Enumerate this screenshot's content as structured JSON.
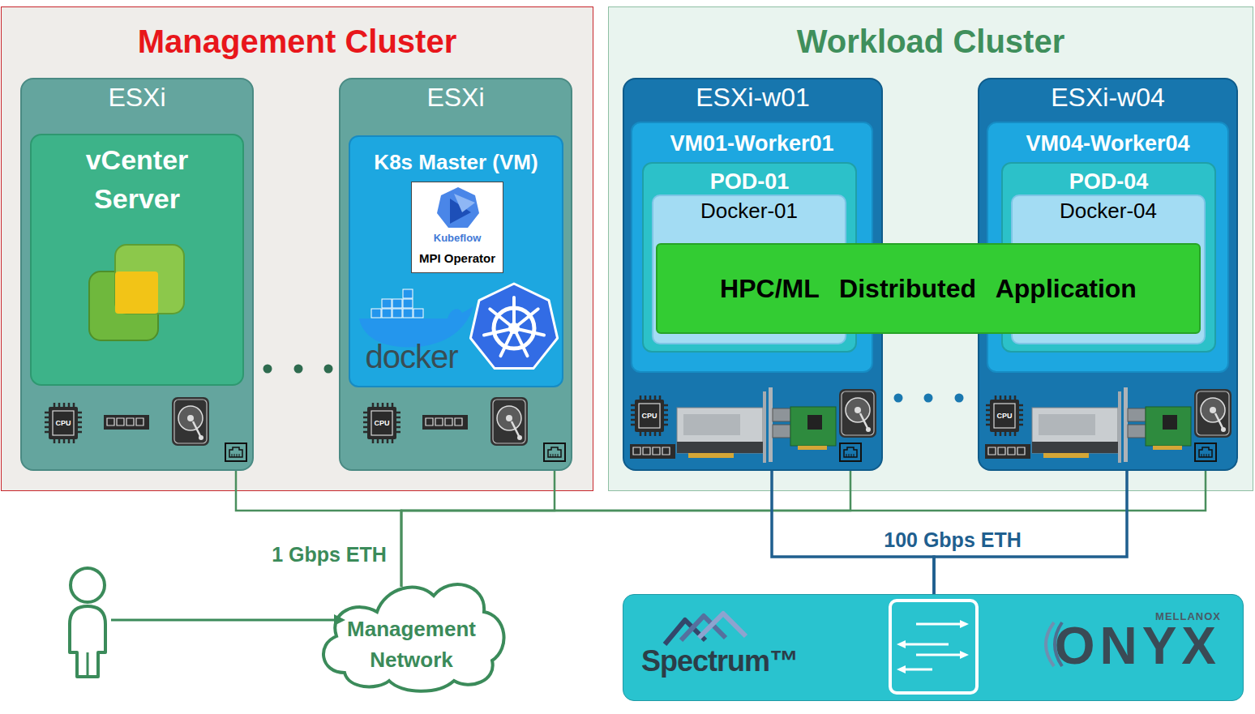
{
  "diagram": {
    "nodes": [
      {
        "text": [
          "Management Cluster"
        ]
      },
      {
        "text": [
          "ESXi"
        ],
        "in": 0
      },
      {
        "text": [
          "vCenter Server"
        ],
        "in": 1
      },
      {
        "text": [
          "ESXi"
        ],
        "in": 0
      },
      {
        "text": [
          "K8s Master (VM)"
        ],
        "in": 3
      },
      {
        "text": [
          "Kubeflow",
          "MPI Operator"
        ],
        "in": 4
      },
      {
        "text": [
          "Workload Cluster"
        ]
      },
      {
        "text": [
          "ESXi-w01"
        ],
        "in": 6
      },
      {
        "text": [
          "VM01-Worker01"
        ],
        "in": 7
      },
      {
        "text": [
          "POD-01"
        ],
        "in": 8
      },
      {
        "text": [
          "Docker-01"
        ],
        "in": 9
      },
      {
        "text": [
          "ESXi-w04"
        ],
        "in": 6
      },
      {
        "text": [
          "VM04-Worker04"
        ],
        "in": 11
      },
      {
        "text": [
          "POD-04"
        ],
        "in": 12
      },
      {
        "text": [
          "Docker-04"
        ],
        "in": 13
      },
      {
        "text": [
          "HPC/ML Distributed Application"
        ],
        "in": 6
      },
      {
        "text": [
          "Management Network"
        ]
      },
      {
        "text": [
          "Spectrum™",
          "MELLANOX",
          "ONYX"
        ]
      }
    ],
    "edges": [
      {
        "from": 1,
        "to": 16,
        "label": "1 Gbps ETH",
        "arrow": "none"
      },
      {
        "from": 3,
        "to": 16,
        "arrow": "none"
      },
      {
        "from": 7,
        "to": 16,
        "arrow": "none"
      },
      {
        "from": 11,
        "to": 16,
        "arrow": "none"
      },
      {
        "from": 7,
        "to": 17,
        "label": "100 Gbps ETH",
        "arrow": "none"
      },
      {
        "from": 11,
        "to": 17,
        "arrow": "none"
      }
    ],
    "labels": [
      "CPU",
      "docker",
      "CPU",
      "CPU",
      "CPU"
    ]
  }
}
